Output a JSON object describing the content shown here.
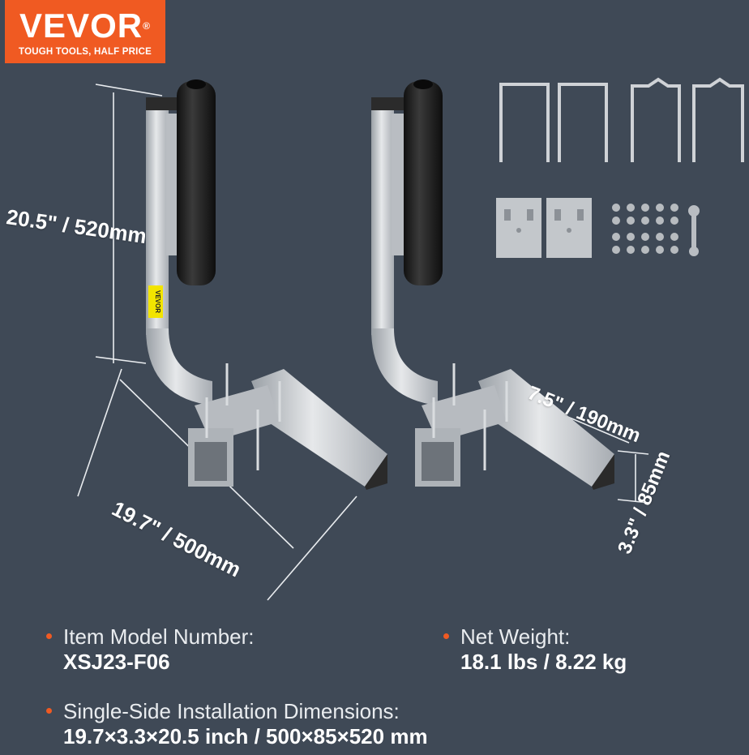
{
  "brand": {
    "name": "VEVOR",
    "registered": "®",
    "tagline": "TOUGH TOOLS, HALF PRICE",
    "color": "#f05a22"
  },
  "dimensions": {
    "height": "20.5\" / 520mm",
    "length": "19.7\" / 500mm",
    "arm": "7.5\" / 190mm",
    "tube": "3.3\" / 85mm"
  },
  "guide_label": "VEVOR",
  "specs": {
    "model_label": "Item Model Number:",
    "model_value": "XSJ23-F06",
    "weight_label": "Net Weight:",
    "weight_value": "18.1 lbs / 8.22 kg",
    "install_label": "Single-Side Installation Dimensions:",
    "install_value": "19.7×3.3×20.5 inch / 500×85×520 mm"
  },
  "colors": {
    "background": "#3f4956",
    "metal": "#c9ccd0",
    "roller": "#1f1f1f",
    "accent": "#f05a22"
  }
}
